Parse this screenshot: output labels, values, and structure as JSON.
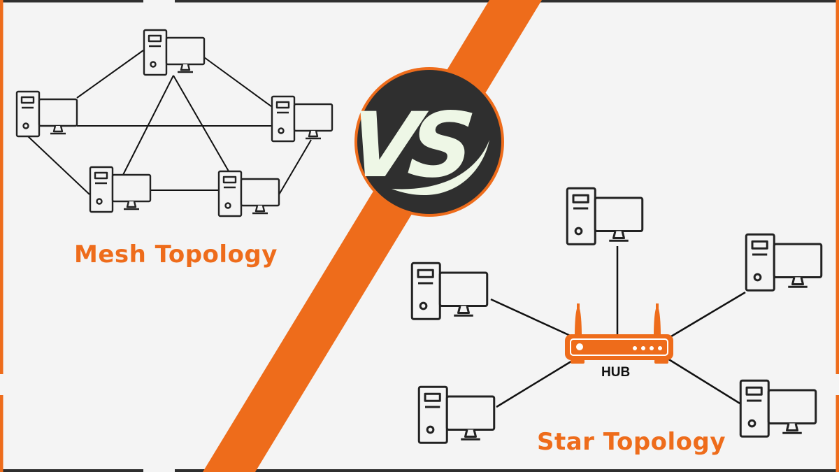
{
  "colors": {
    "accent": "#ee6c1b",
    "dark": "#2f2f2f",
    "line": "#111111",
    "background": "#f4f4f4",
    "vs_text": "#eef7e6"
  },
  "vs_badge": {
    "text": "VS"
  },
  "mesh": {
    "title": "Mesh Topology",
    "nodes": [
      "top",
      "left",
      "right",
      "bottom-left",
      "bottom-right"
    ],
    "links": [
      [
        "top",
        "left"
      ],
      [
        "top",
        "right"
      ],
      [
        "top",
        "bottom-left"
      ],
      [
        "top",
        "bottom-right"
      ],
      [
        "left",
        "right"
      ],
      [
        "left",
        "bottom-left"
      ],
      [
        "right",
        "bottom-right"
      ],
      [
        "bottom-left",
        "bottom-right"
      ]
    ]
  },
  "star": {
    "title": "Star Topology",
    "hub_label": "HUB",
    "hub_icon": "router-icon",
    "nodes": [
      "top",
      "left",
      "right",
      "bottom-left",
      "bottom-right"
    ]
  },
  "node_icon": "desktop-computer-icon"
}
